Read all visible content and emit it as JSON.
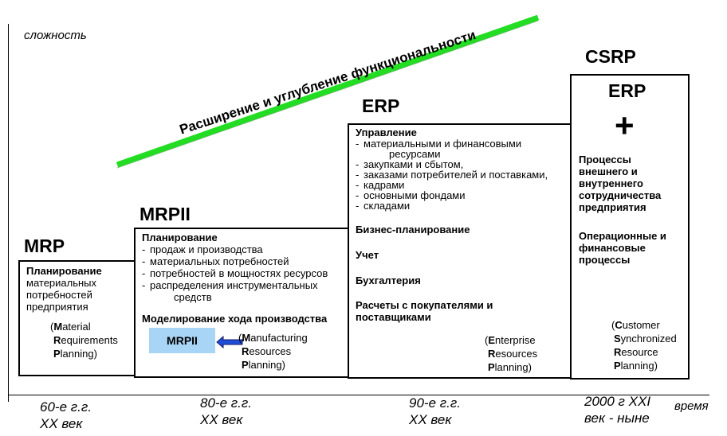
{
  "axes": {
    "y_label": "сложность",
    "x_label": "время"
  },
  "banner": "Расширение и углубление функциональности",
  "colors": {
    "banner_line": "#22dd22",
    "mrpii_badge": "#a8d4f5",
    "arrow": "#1f4fd8"
  },
  "eras": [
    {
      "line1": "60-е г.г.",
      "line2": "XX век"
    },
    {
      "line1": "80-е г.г.",
      "line2": "XX век"
    },
    {
      "line1": "90-е г.г.",
      "line2": "XX век"
    },
    {
      "line1": "2000 г XXI",
      "line2": "век - ныне"
    }
  ],
  "mrp": {
    "title": "MRP",
    "heading": "Планирование",
    "text": [
      "материальных",
      "потребностей",
      "предприятия"
    ],
    "acronym": [
      {
        "prefix": "(",
        "cap": "M",
        "rest": "aterial"
      },
      {
        "prefix": "",
        "cap": "R",
        "rest": "equirements"
      },
      {
        "prefix": "",
        "cap": "P",
        "rest": "lanning)"
      }
    ]
  },
  "mrpii": {
    "title": "MRPII",
    "heading": "Планирование",
    "items": [
      "продаж и производства",
      "материальных потребностей",
      "потребностей в мощностях ресурсов",
      "распределения инструментальных"
    ],
    "items_cont": "средств",
    "modeling": "Моделирование хода производства",
    "badge": "MRPII",
    "acronym": [
      {
        "prefix": "(",
        "cap": "M",
        "rest": "anufacturing"
      },
      {
        "prefix": "",
        "cap": "R",
        "rest": "esources"
      },
      {
        "prefix": "",
        "cap": "P",
        "rest": "lanning)"
      }
    ]
  },
  "erp": {
    "title": "ERP",
    "heading": "Управление",
    "items": [
      "материальными и финансовыми",
      "закупками и сбытом,",
      "заказами потребителей и поставками,",
      "кадрами",
      "основными фондами",
      "складами"
    ],
    "item0_cont": "ресурсами",
    "sections": [
      "Бизнес-планирование",
      "Учет",
      "Бухгалтерия",
      "Расчеты с покупателями и поставщиками"
    ],
    "acronym": [
      {
        "prefix": "(",
        "cap": "E",
        "rest": "nterprise"
      },
      {
        "prefix": "",
        "cap": "R",
        "rest": "esources"
      },
      {
        "prefix": "",
        "cap": "P",
        "rest": "lanning)"
      }
    ]
  },
  "csrp": {
    "title": "CSRP",
    "inner_title": "ERP",
    "plus": "+",
    "block1": "Процессы внешнего и внутреннего сотрудничества предприятия",
    "block2": "Операционные и финансовые процессы",
    "acronym": [
      {
        "prefix": "(",
        "cap": "C",
        "rest": "ustomer"
      },
      {
        "prefix": "",
        "cap": "S",
        "rest": "ynchronized"
      },
      {
        "prefix": "",
        "cap": "R",
        "rest": "esource"
      },
      {
        "prefix": "",
        "cap": "P",
        "rest": "lanning)"
      }
    ]
  }
}
